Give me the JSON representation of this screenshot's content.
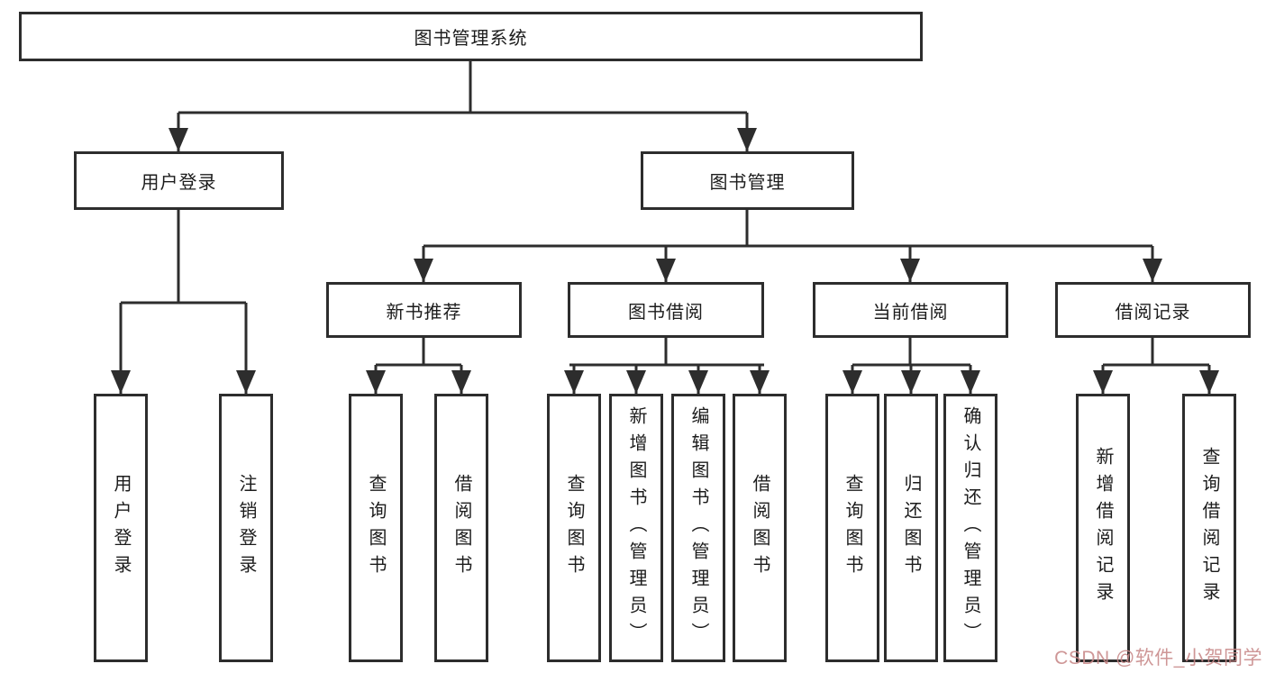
{
  "diagram": {
    "root": {
      "label": "图书管理系统"
    },
    "branches": [
      {
        "label": "用户登录",
        "children": [
          {
            "label": "用户登录"
          },
          {
            "label": "注销登录"
          }
        ]
      },
      {
        "label": "图书管理",
        "children": [
          {
            "label": "新书推荐",
            "children": [
              {
                "label": "查询图书"
              },
              {
                "label": "借阅图书"
              }
            ]
          },
          {
            "label": "图书借阅",
            "children": [
              {
                "label": "查询图书"
              },
              {
                "label": "新增图书（管理员）"
              },
              {
                "label": "编辑图书（管理员）"
              },
              {
                "label": "借阅图书"
              }
            ]
          },
          {
            "label": "当前借阅",
            "children": [
              {
                "label": "查询图书"
              },
              {
                "label": "归还图书"
              },
              {
                "label": "确认归还（管理员）"
              }
            ]
          },
          {
            "label": "借阅记录",
            "children": [
              {
                "label": "新增借阅记录"
              },
              {
                "label": "查询借阅记录"
              }
            ]
          }
        ]
      }
    ],
    "colors": {
      "line": "#2d2d2d",
      "box_border": "#2d2d2d",
      "text": "#1c1c1c",
      "background": "#ffffff",
      "watermark": "#c78787"
    },
    "watermark": "CSDN @软件_小贺同学"
  }
}
